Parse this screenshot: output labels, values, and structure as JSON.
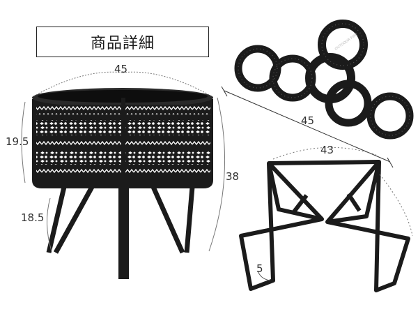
{
  "title": "商品詳細",
  "dimensions": {
    "basin_diameter": "45",
    "basin_height": "19.5",
    "leg_height": "18.5",
    "total_height": "38",
    "ring_length": "45",
    "stand_width": "43",
    "stand_tab": "5"
  },
  "ring_text": "OUTDOOR FIRE"
}
